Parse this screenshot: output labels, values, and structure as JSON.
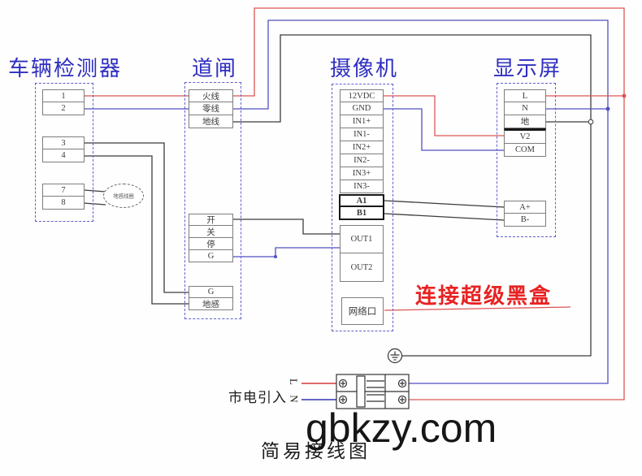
{
  "diagram_title": "简易接线图",
  "watermark": "gbkzy.com",
  "note_text": "连接超级黑盒",
  "colors": {
    "title_blue": "#2e2ec0",
    "dash_blue": "#6060d0",
    "wire_red": "#dd5555",
    "wire_blue": "#5050c0",
    "wire_black": "#3c3c3c",
    "note_red": "#e82222",
    "outline_gray": "#333333"
  },
  "detector": {
    "title": "车辆检测器",
    "terminals": [
      "1",
      "2",
      "3",
      "4",
      "7",
      "8"
    ],
    "coil_label": "地感线圈"
  },
  "barrier": {
    "title": "道闸",
    "power_terminals": [
      "火线",
      "零线",
      "地线"
    ],
    "control_terminals": [
      "开",
      "关",
      "停",
      "G"
    ],
    "loop_terminals": [
      "G",
      "地感"
    ]
  },
  "camera": {
    "title": "摄像机",
    "io_terminals": [
      "12VDC",
      "GND",
      "IN1+",
      "IN1-",
      "IN2+",
      "IN2-",
      "IN3+",
      "IN3-"
    ],
    "rs485_terminals": [
      "A1",
      "B1"
    ],
    "out_terminals": [
      "OUT1",
      "OUT2"
    ],
    "network_port_label": "网络口"
  },
  "display": {
    "title": "显示屏",
    "power_terminals": [
      "L",
      "N",
      "地",
      "V2",
      "COM"
    ],
    "rs485_terminals": [
      "A+",
      "B-"
    ]
  },
  "mains": {
    "label": "市电引入",
    "live_label": "L",
    "neutral_label": "N"
  }
}
